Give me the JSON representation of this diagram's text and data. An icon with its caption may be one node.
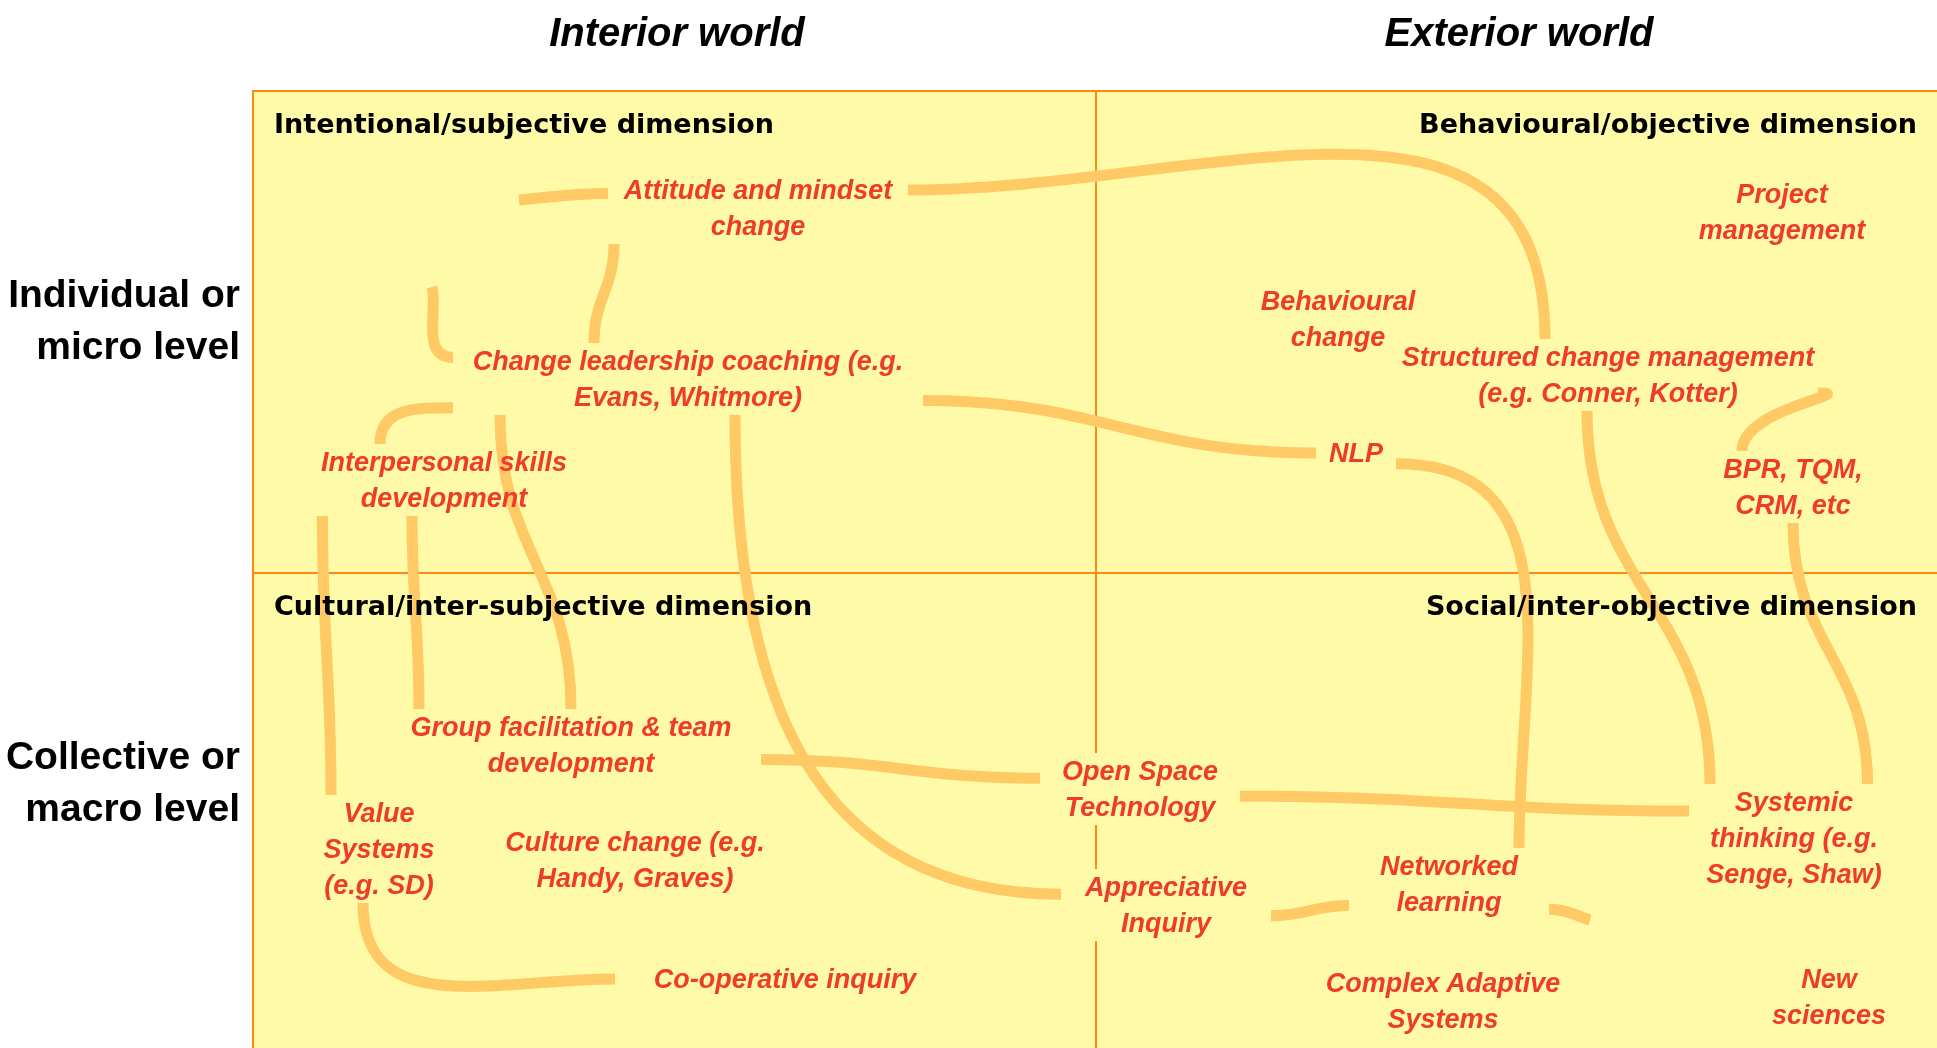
{
  "diagram": {
    "nodes": [
      {
        "text": [
          "Intentional/subjective dimension"
        ]
      },
      {
        "text": [
          "Attitude and mindset change"
        ],
        "in": 0
      },
      {
        "text": [
          "Change leadership coaching (e.g. Evans, Whitmore)"
        ],
        "in": 0
      },
      {
        "text": [
          "Interpersonal skills development"
        ],
        "in": 0
      },
      {
        "text": [
          "Behavioural/objective dimension"
        ]
      },
      {
        "text": [
          "Structured change management (e.g. Conner, Kotter)"
        ],
        "in": 4
      },
      {
        "text": [
          "NLP"
        ],
        "in": 4
      },
      {
        "text": [
          "BPR, TQM, CRM, etc"
        ],
        "in": 4
      },
      {
        "text": [
          "Cultural/inter-subjective dimension"
        ]
      },
      {
        "text": [
          "Group facilitation & team development"
        ],
        "in": 8
      },
      {
        "text": [
          "Value Systems (e.g. SD)"
        ],
        "in": 8
      },
      {
        "text": [
          "Co-operative inquiry"
        ],
        "in": 8
      },
      {
        "text": [
          "Social/inter-objective dimension"
        ]
      },
      {
        "text": [
          "Open Space Technology"
        ]
      },
      {
        "text": [
          "Appreciative Inquiry"
        ]
      },
      {
        "text": [
          "Networked learning"
        ],
        "in": 12
      },
      {
        "text": [
          "Systemic thinking (e.g. Senge, Shaw)"
        ],
        "in": 12
      }
    ],
    "edges": [
      {
        "from": null,
        "to": 1,
        "arrow": "none"
      },
      {
        "from": 1,
        "to": 5,
        "arrow": "none"
      },
      {
        "from": 5,
        "to": 7,
        "arrow": "none"
      },
      {
        "from": 7,
        "to": 16,
        "arrow": "none"
      },
      {
        "from": 1,
        "to": 2,
        "arrow": "none"
      },
      {
        "from": 2,
        "to": 9,
        "arrow": "none"
      },
      {
        "from": null,
        "to": 2,
        "arrow": "none"
      },
      {
        "from": 2,
        "to": 3,
        "arrow": "none"
      },
      {
        "from": 3,
        "to": 9,
        "arrow": "none"
      },
      {
        "from": 3,
        "to": 10,
        "arrow": "none"
      },
      {
        "from": 10,
        "to": 11,
        "arrow": "none"
      },
      {
        "from": 2,
        "to": 6,
        "arrow": "none"
      },
      {
        "from": 6,
        "to": 15,
        "arrow": "none"
      },
      {
        "from": 2,
        "to": 14,
        "arrow": "none"
      },
      {
        "from": 9,
        "to": 13,
        "arrow": "none"
      },
      {
        "from": 13,
        "to": 16,
        "arrow": "none"
      },
      {
        "from": 5,
        "to": 16,
        "arrow": "none"
      },
      {
        "from": 14,
        "to": 15,
        "arrow": "none"
      },
      {
        "from": 15,
        "to": null,
        "arrow": "none"
      }
    ],
    "labels": [
      "Interior world",
      "Exterior world",
      "Individual or micro level",
      "Collective or macro level",
      "Project management",
      "Behavioural change",
      "Culture change (e.g. Handy, Graves)",
      "Complex Adaptive Systems",
      "New sciences"
    ]
  }
}
